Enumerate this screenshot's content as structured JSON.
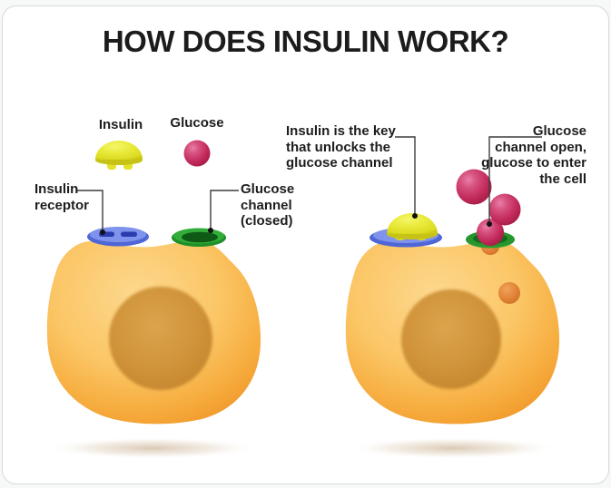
{
  "title": "HOW DOES INSULIN WORK?",
  "legend": {
    "insulin": "Insulin",
    "glucose": "Glucose"
  },
  "left_cell": {
    "receptor_label": "Insulin\nreceptor",
    "channel_label": "Glucose\nchannel\n(closed)"
  },
  "right_cell": {
    "insulin_key_label": "Insulin is the key\nthat unlocks the\nglucose channel",
    "channel_open_label": "Glucose\nchannel open,\nglucose to enter\nthe cell"
  },
  "colors": {
    "title_text": "#1c1c1c",
    "cell_body_light": "#fdd88e",
    "cell_body_edge": "#f0982a",
    "nucleus": "#cd8f36",
    "insulin_yellow": "#e9e93a",
    "glucose_crimson": "#c22a5b",
    "glucose_inside_orange": "#e3863a",
    "receptor_blue": "#7f92ec",
    "receptor_blue_dark": "#2b3cae",
    "channel_green": "#33ad3a",
    "channel_green_dark": "#0e5a15",
    "leader_line": "#3d3d3d"
  }
}
